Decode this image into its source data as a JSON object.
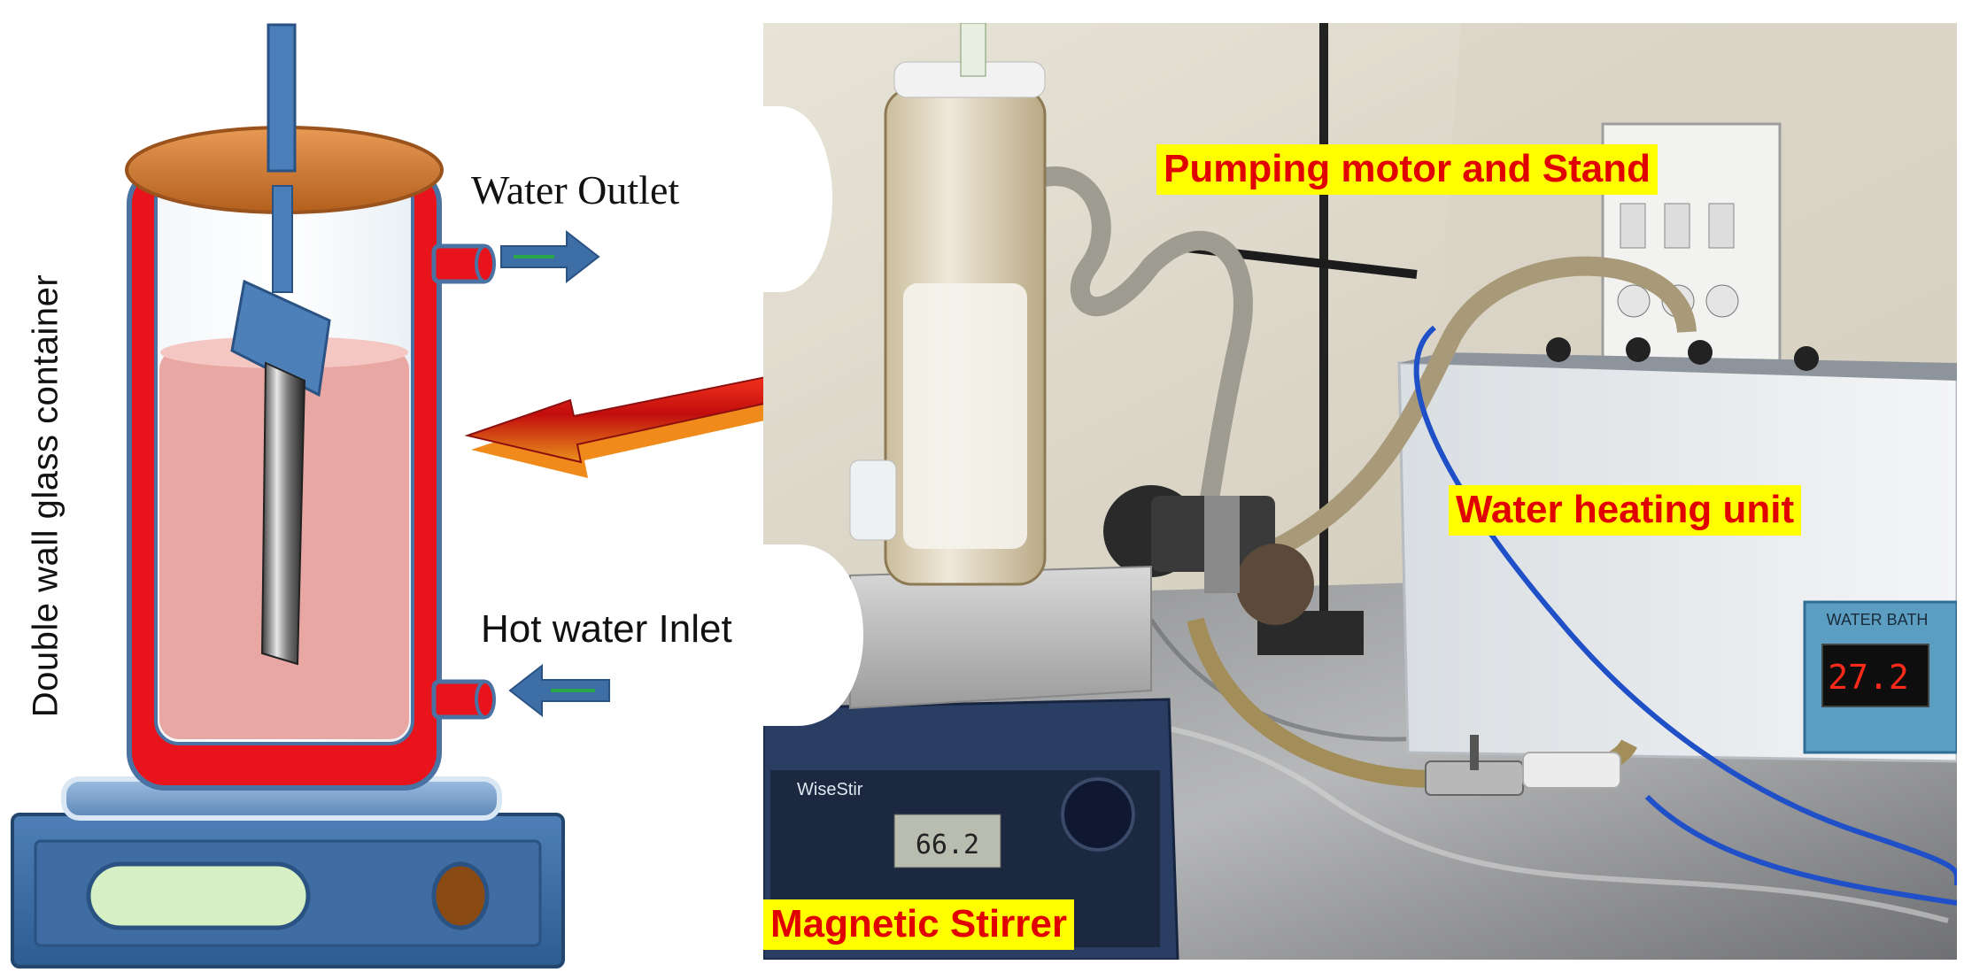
{
  "schematic": {
    "side_label": "Double wall glass container",
    "outlet_label": "Water Outlet",
    "inlet_label": "Hot water Inlet"
  },
  "photo": {
    "pump_label": "Pumping motor and Stand",
    "heater_label": "Water heating unit",
    "stirrer_label": "Magnetic Stirrer",
    "bath_display": "27.2",
    "stirrer_display": "66.2",
    "bath_brand": "WATER BATH",
    "stirrer_brand": "WiseStir"
  },
  "colors": {
    "jacket": "#e8131b",
    "lid": "#d2782e",
    "liquid": "#e9a7a3",
    "arrow_blue": "#3d6ea6",
    "tag_bg": "#ffff00",
    "tag_text": "#e00000"
  }
}
